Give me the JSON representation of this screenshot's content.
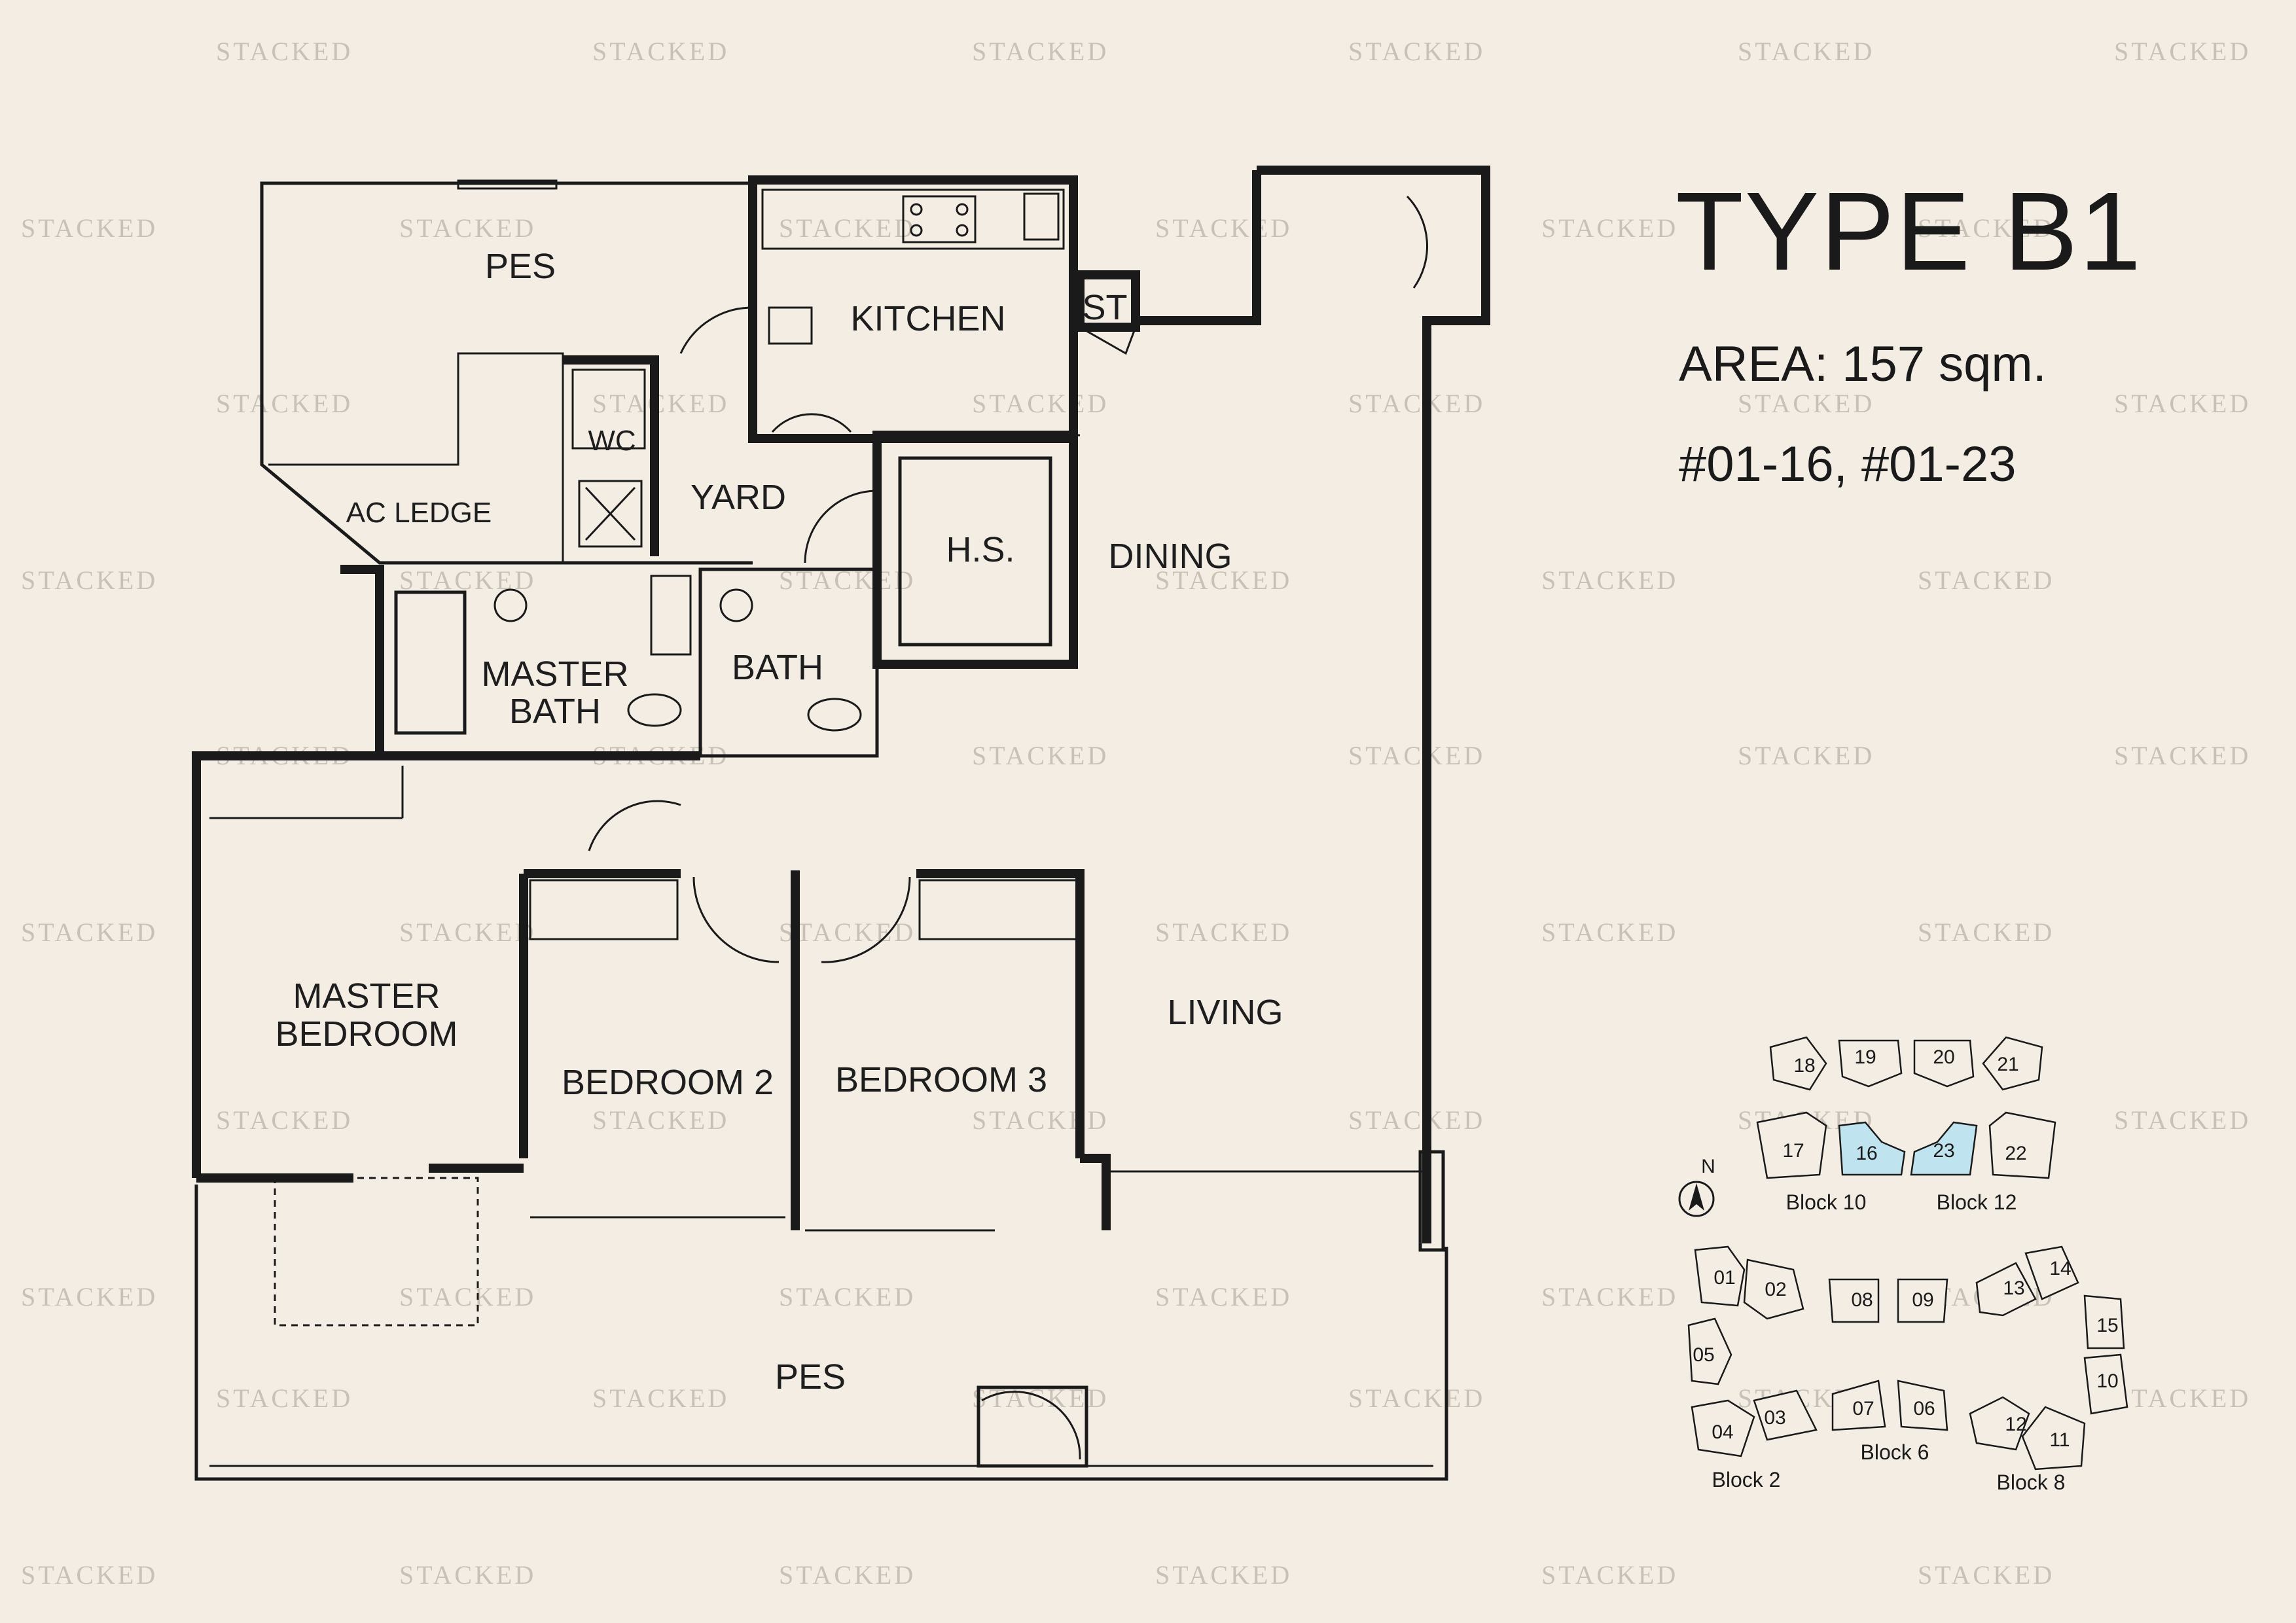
{
  "watermark": "STACKED",
  "unit_type": "TYPE B1",
  "area": "AREA: 157 sqm.",
  "unit_numbers": "#01-16,  #01-23",
  "rooms": {
    "pes_top": "PES",
    "kitchen": "KITCHEN",
    "store": "ST",
    "wc": "WC",
    "yard": "YARD",
    "ac_ledge": "AC LEDGE",
    "household_shelter": "H.S.",
    "dining": "DINING",
    "master_bath_line1": "MASTER",
    "master_bath_line2": "BATH",
    "bath": "BATH",
    "master_bedroom_line1": "MASTER",
    "master_bedroom_line2": "BEDROOM",
    "bedroom2": "BEDROOM 2",
    "bedroom3": "BEDROOM 3",
    "living": "LIVING",
    "pes_bottom": "PES"
  },
  "key_plan": {
    "north": "N",
    "units": {
      "u18": "18",
      "u19": "19",
      "u20": "20",
      "u21": "21",
      "u17": "17",
      "u16": "16",
      "u23": "23",
      "u22": "22",
      "u01": "01",
      "u02": "02",
      "u08": "08",
      "u09": "09",
      "u13": "13",
      "u14": "14",
      "u05": "05",
      "u15": "15",
      "u10": "10",
      "u04": "04",
      "u03": "03",
      "u07": "07",
      "u06": "06",
      "u12": "12",
      "u11": "11"
    },
    "highlighted": [
      "16",
      "23"
    ],
    "highlight_color": "#bfe3ef",
    "blocks": {
      "block10": "Block 10",
      "block12": "Block 12",
      "block2": "Block 2",
      "block6": "Block 6",
      "block8": "Block 8"
    }
  }
}
